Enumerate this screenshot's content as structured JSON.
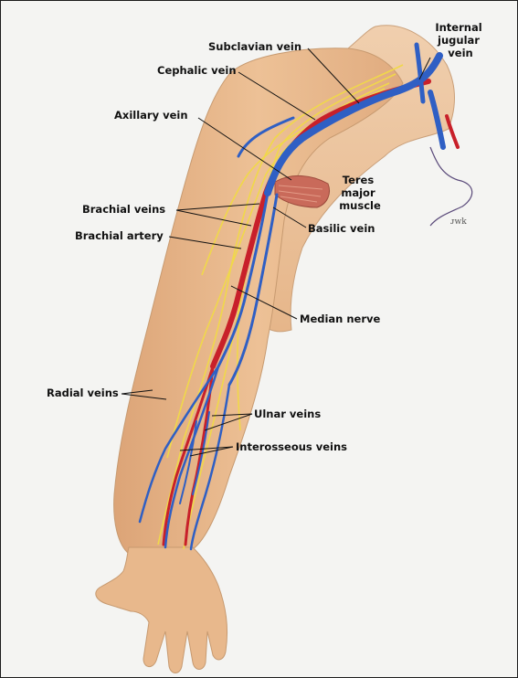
{
  "labels": {
    "internal_jugular_vein": [
      "Internal",
      "jugular",
      "vein"
    ],
    "subclavian_vein": "Subclavian vein",
    "cephalic_vein": "Cephalic vein",
    "axillary_vein": "Axillary vein",
    "teres_major_muscle": [
      "Teres",
      "major",
      "muscle"
    ],
    "brachial_veins": "Brachial veins",
    "basilic_vein": "Basilic vein",
    "brachial_artery": "Brachial artery",
    "median_nerve": "Median nerve",
    "radial_veins": "Radial veins",
    "ulnar_veins": "Ulnar veins",
    "interosseous_veins": "Interosseous veins"
  },
  "colors": {
    "skin": "#e9b98c",
    "skin_shadow": "#d9a274",
    "vein": "#2f5fc4",
    "artery": "#c8202a",
    "nerve": "#f0d84a",
    "muscle": "#c96a5a",
    "background": "#f4f4f2"
  }
}
